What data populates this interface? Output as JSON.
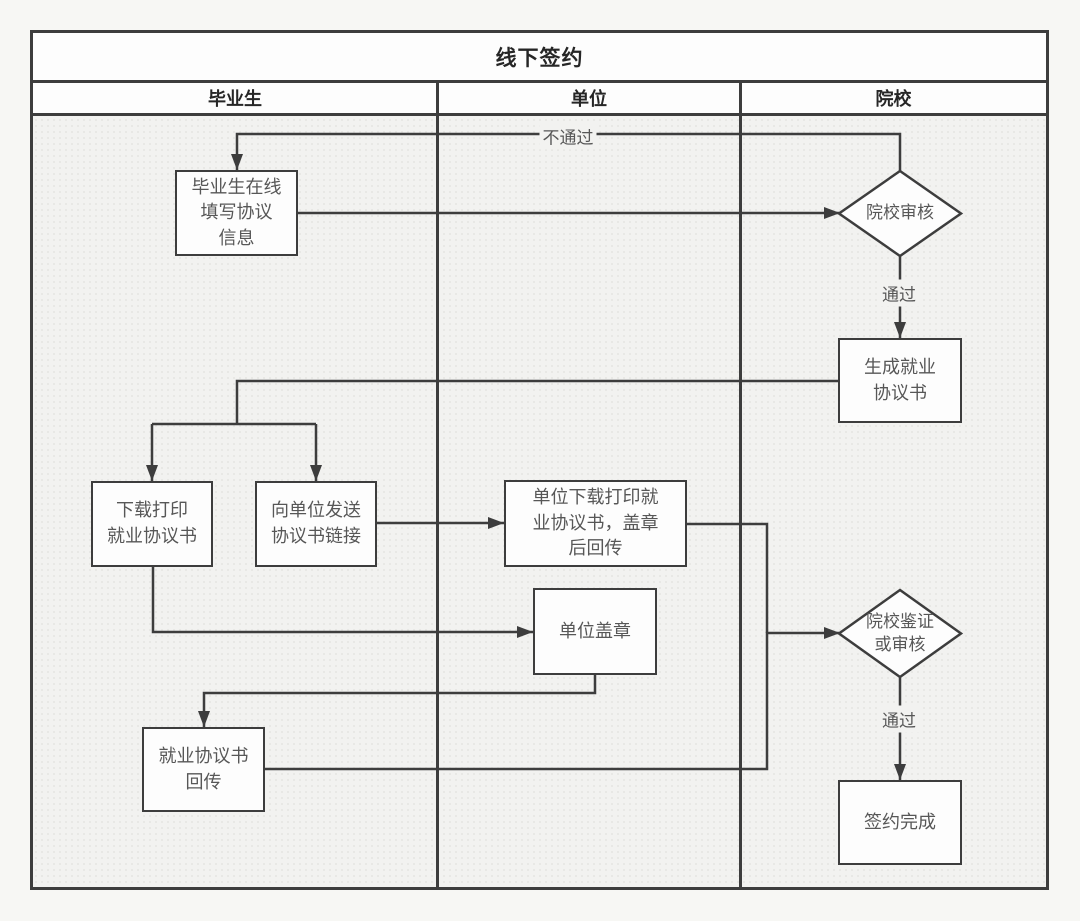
{
  "title": "线下签约",
  "lanes": {
    "graduate": "毕业生",
    "employer": "单位",
    "college": "院校"
  },
  "nodes": {
    "fill_info": "毕业生在线\n填写协议\n信息",
    "college_review": "院校审核",
    "generate_agreement": "生成就业\n协议书",
    "download_print": "下载打印\n就业协议书",
    "send_link": "向单位发送\n协议书链接",
    "employer_download": "单位下载打印就\n业协议书，盖章\n后回传",
    "employer_stamp": "单位盖章",
    "agreement_return": "就业协议书\n回传",
    "college_verify": "院校鉴证\n或审核",
    "sign_complete": "签约完成"
  },
  "edge_labels": {
    "reject": "不通过",
    "pass_review": "通过",
    "pass_verify": "通过"
  },
  "edges": [
    {
      "from": "fill_info",
      "to": "college_review",
      "label": ""
    },
    {
      "from": "college_review",
      "to": "fill_info",
      "label": "不通过"
    },
    {
      "from": "college_review",
      "to": "generate_agreement",
      "label": "通过"
    },
    {
      "from": "generate_agreement",
      "to": "download_print",
      "label": ""
    },
    {
      "from": "generate_agreement",
      "to": "send_link",
      "label": ""
    },
    {
      "from": "send_link",
      "to": "employer_download",
      "label": ""
    },
    {
      "from": "download_print",
      "to": "employer_stamp",
      "label": ""
    },
    {
      "from": "employer_stamp",
      "to": "agreement_return",
      "label": ""
    },
    {
      "from": "agreement_return",
      "to": "college_verify",
      "label": ""
    },
    {
      "from": "employer_download",
      "to": "college_verify",
      "label": ""
    },
    {
      "from": "college_verify",
      "to": "sign_complete",
      "label": "通过"
    }
  ],
  "colors": {
    "line": "#3d3d3d",
    "node_text": "#575757",
    "header_text": "#262626",
    "content_bg": "#f2f2f0",
    "panel_bg": "#fdfdfd",
    "page_bg": "#f7f7f4"
  }
}
